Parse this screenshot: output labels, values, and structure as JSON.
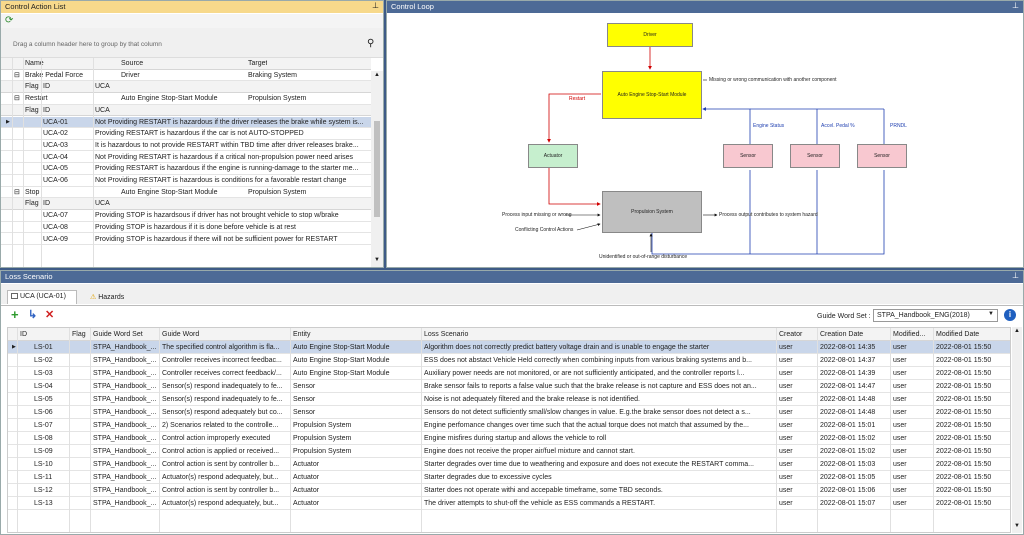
{
  "control_action_list": {
    "title": "Control Action List",
    "group_hint": "Drag a column header here to group by that column",
    "columns": {
      "name": "Name",
      "source": "Source",
      "target": "Target"
    },
    "sub_columns": {
      "flag": "Flag",
      "id": "ID",
      "uca": "UCA"
    },
    "groups": [
      {
        "name": "Brake Pedal Force",
        "source": "Driver",
        "target": "Braking System",
        "ucas": []
      },
      {
        "name": "Restart",
        "source": "Auto Engine Stop-Start Module",
        "target": "Propulsion System",
        "ucas": [
          {
            "id": "UCA-01",
            "text": "Not Providing RESTART is hazardous if the driver releases the brake while system is...",
            "selected": true
          },
          {
            "id": "UCA-02",
            "text": "Providing RESTART is hazardous if the car is not AUTO-STOPPED"
          },
          {
            "id": "UCA-03",
            "text": "It is hazardous to not provide RESTART within TBD time after driver releases brake..."
          },
          {
            "id": "UCA-04",
            "text": "Not Providing RESTART is hazardous if a critical non-propulsion power need arises"
          },
          {
            "id": "UCA-05",
            "text": "Providing RESTART is hazardous if the engine is running-damage to the starter me..."
          },
          {
            "id": "UCA-06",
            "text": "Not Providing RESTART is hazardous is conditions for a favorable restart change"
          }
        ]
      },
      {
        "name": "Stop",
        "source": "Auto Engine Stop-Start Module",
        "target": "Propulsion System",
        "ucas": [
          {
            "id": "UCA-07",
            "text": "Providing STOP is hazardsous if driver has not brought vehicle to stop w/brake"
          },
          {
            "id": "UCA-08",
            "text": "Providing STOP is hazardous if it is done before vehicle is at rest"
          },
          {
            "id": "UCA-09",
            "text": "Providing STOP is hazardous if there will not be sufficient power for RESTART"
          }
        ]
      }
    ]
  },
  "control_loop": {
    "title": "Control Loop",
    "driver": "Driver",
    "controller": "Auto Engine Stop-Start Module",
    "actuator": "Actuator",
    "sensor": "Sensor",
    "process": "Propulsion System",
    "restart_label": "Restart",
    "missing_comm": "Missing or wrong communication with another component",
    "engine_status": "Engine Status",
    "accel_pedal": "Accel. Pedal %",
    "prndl": "PRNDL",
    "process_input": "Process input missing or wrong",
    "conflicting": "Conflicting Control Actions",
    "process_output": "Process output contributes to system hazard",
    "disturbance": "Unidentified or out-of-range disturbance",
    "colors": {
      "driver": "#ffff00",
      "actuator": "#c6efce",
      "sensor": "#f8c8d0",
      "process": "#bfbfbf",
      "arrow_red": "#d00000",
      "arrow_blue": "#1f3fb0"
    }
  },
  "loss_scenario": {
    "title": "Loss Scenario",
    "tabs": [
      {
        "label": "UCA (UCA-01)"
      },
      {
        "label": "Hazards"
      }
    ],
    "guide_word_set_label": "Guide Word Set :",
    "guide_word_set_value": "STPA_Handbook_ENG(2018)",
    "columns": {
      "id": "ID",
      "flag": "Flag",
      "gws": "Guide Word Set",
      "gw": "Guide Word",
      "entity": "Entity",
      "scenario": "Loss Scenario",
      "creator": "Creator",
      "created": "Creation Date",
      "modby": "Modified...",
      "moddate": "Modified Date"
    },
    "rows": [
      {
        "id": "LS-01",
        "gws": "STPA_Handbook_...",
        "gw": "The specified control algorithm is fla...",
        "entity": "Auto Engine Stop-Start Module",
        "scenario": "Algorithm does not correctly predict battery voltage drain and is unable to engage the starter",
        "creator": "user",
        "created": "2022-08-01 14:35",
        "modby": "user",
        "moddate": "2022-08-01 15:50",
        "selected": true
      },
      {
        "id": "LS-02",
        "gws": "STPA_Handbook_...",
        "gw": "Controller receives incorrect feedbac...",
        "entity": "Auto Engine Stop-Start Module",
        "scenario": "ESS does not abstact Vehicle Held correctly when combining inputs from various braking systems and b...",
        "creator": "user",
        "created": "2022-08-01 14:37",
        "modby": "user",
        "moddate": "2022-08-01 15:50"
      },
      {
        "id": "LS-03",
        "gws": "STPA_Handbook_...",
        "gw": "Controller receives correct feedback/...",
        "entity": "Auto Engine Stop-Start Module",
        "scenario": "Auxiliary power needs are not monitored, or are not sufficiently anticipated, and the controller reports l...",
        "creator": "user",
        "created": "2022-08-01 14:39",
        "modby": "user",
        "moddate": "2022-08-01 15:50"
      },
      {
        "id": "LS-04",
        "gws": "STPA_Handbook_...",
        "gw": "Sensor(s) respond inadequately to fe...",
        "entity": "Sensor",
        "scenario": "Brake sensor fails to reports a false value such that the brake release is not capture and ESS does not an...",
        "creator": "user",
        "created": "2022-08-01 14:47",
        "modby": "user",
        "moddate": "2022-08-01 15:50"
      },
      {
        "id": "LS-05",
        "gws": "STPA_Handbook_...",
        "gw": "Sensor(s) respond inadequately to fe...",
        "entity": "Sensor",
        "scenario": "Noise is not adequately filtered and the brake release is not identified.",
        "creator": "user",
        "created": "2022-08-01 14:48",
        "modby": "user",
        "moddate": "2022-08-01 15:50"
      },
      {
        "id": "LS-06",
        "gws": "STPA_Handbook_...",
        "gw": "Sensor(s) respond adequately but co...",
        "entity": "Sensor",
        "scenario": "Sensors do not detect sufficiently small/slow changes in value. E.g.the brake sensor does not detect a s...",
        "creator": "user",
        "created": "2022-08-01 14:48",
        "modby": "user",
        "moddate": "2022-08-01 15:50"
      },
      {
        "id": "LS-07",
        "gws": "STPA_Handbook_...",
        "gw": "2) Scenarios related to the controlle...",
        "entity": "Propulsion System",
        "scenario": "Engine perfomance changes over time such that the actual torque does not match that assumed by the...",
        "creator": "user",
        "created": "2022-08-01 15:01",
        "modby": "user",
        "moddate": "2022-08-01 15:50"
      },
      {
        "id": "LS-08",
        "gws": "STPA_Handbook_...",
        "gw": "Control action improperly executed",
        "entity": "Propulsion System",
        "scenario": "Engine misfires during startup and allows the vehicle to roll",
        "creator": "user",
        "created": "2022-08-01 15:02",
        "modby": "user",
        "moddate": "2022-08-01 15:50"
      },
      {
        "id": "LS-09",
        "gws": "STPA_Handbook_...",
        "gw": "Control action is applied or received...",
        "entity": "Propulsion System",
        "scenario": "Engine does not receive the proper air/fuel mixture and cannot start.",
        "creator": "user",
        "created": "2022-08-01 15:02",
        "modby": "user",
        "moddate": "2022-08-01 15:50"
      },
      {
        "id": "LS-10",
        "gws": "STPA_Handbook_...",
        "gw": "Control action is sent by controller b...",
        "entity": "Actuator",
        "scenario": "Starter degrades over time due to weathering and exposure and does not execute the RESTART comma...",
        "creator": "user",
        "created": "2022-08-01 15:03",
        "modby": "user",
        "moddate": "2022-08-01 15:50"
      },
      {
        "id": "LS-11",
        "gws": "STPA_Handbook_...",
        "gw": "Actuator(s) respond adequately, but...",
        "entity": "Actuator",
        "scenario": "Starter degrades due to excessive cycles",
        "creator": "user",
        "created": "2022-08-01 15:05",
        "modby": "user",
        "moddate": "2022-08-01 15:50"
      },
      {
        "id": "LS-12",
        "gws": "STPA_Handbook_...",
        "gw": "Control action is sent by controller b...",
        "entity": "Actuator",
        "scenario": "Starter does not operate withi and accepable timeframe, some TBD seconds.",
        "creator": "user",
        "created": "2022-08-01 15:06",
        "modby": "user",
        "moddate": "2022-08-01 15:50"
      },
      {
        "id": "LS-13",
        "gws": "STPA_Handbook_...",
        "gw": "Actuator(s) respond adequately, but...",
        "entity": "Actuator",
        "scenario": "The driver attempts to shut-off the vehicle as ESS commands a RESTART.",
        "creator": "user",
        "created": "2022-08-01 15:07",
        "modby": "user",
        "moddate": "2022-08-01 15:50"
      }
    ]
  }
}
